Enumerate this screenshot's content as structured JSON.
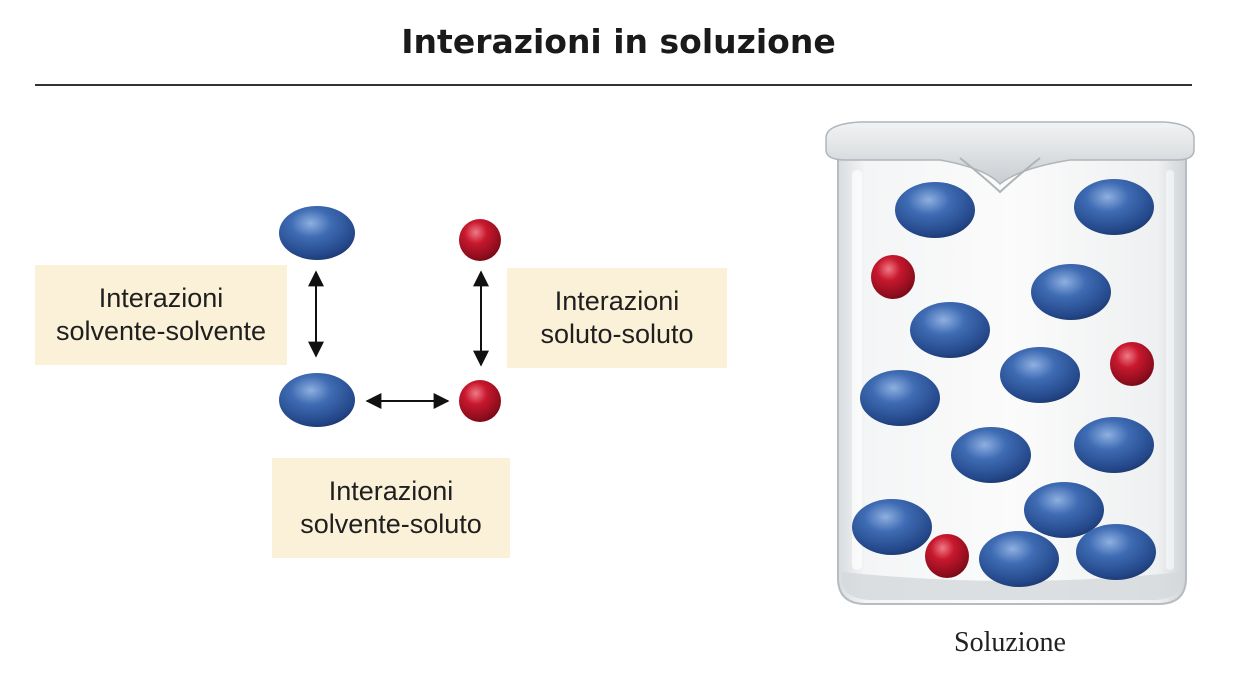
{
  "title": "Interazioni in soluzione",
  "labels": {
    "solvent_solvent": [
      "Interazioni",
      "solvente-solvente"
    ],
    "solute_solute": [
      "Interazioni",
      "soluto-soluto"
    ],
    "solvent_solute": [
      "Interazioni",
      "solvente-soluto"
    ]
  },
  "beaker_caption": "Soluzione",
  "colors": {
    "solvent_particle": "#2f5a9c",
    "solute_particle": "#c0142a",
    "label_background": "#fbf1d8"
  }
}
